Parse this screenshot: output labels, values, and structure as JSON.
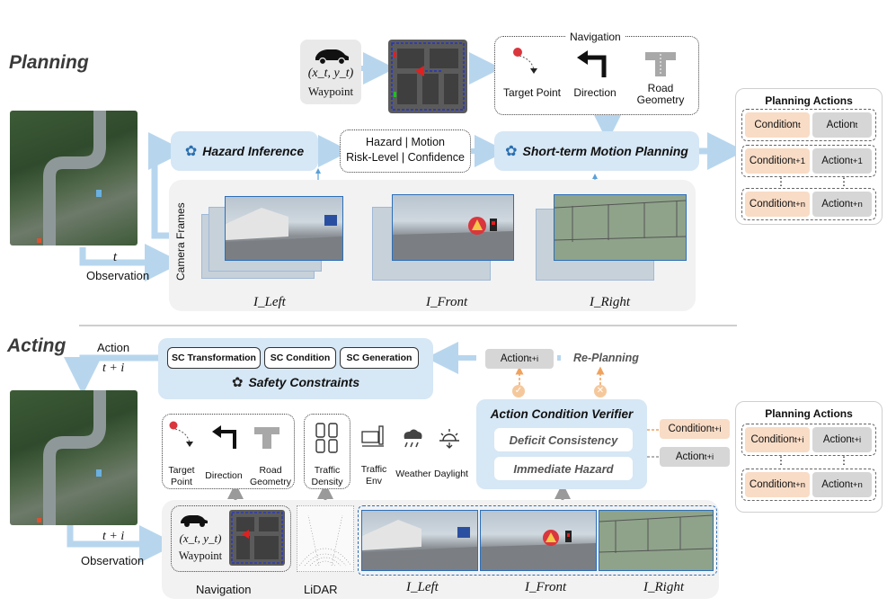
{
  "planning": {
    "title": "Planning",
    "waypoint_coord": "(x_t, y_t)",
    "waypoint_label": "Waypoint",
    "navigation_title": "Navigation",
    "nav_items": [
      "Target Point",
      "Direction",
      "Road Geometry"
    ],
    "hazard_inference": "Hazard Inference",
    "hazard_info_line1": "Hazard | Motion",
    "hazard_info_line2": "Risk-Level | Confidence",
    "motion_planning": "Short-term Motion Planning",
    "time_label": "t",
    "observation": "Observation",
    "camera_frames": "Camera Frames",
    "cam_labels": [
      "I_Left",
      "I_Front",
      "I_Right"
    ]
  },
  "planning_actions_top": {
    "title": "Planning Actions",
    "rows": [
      {
        "cond": "Condition",
        "cond_sub": "t",
        "act": "Action",
        "act_sub": "t"
      },
      {
        "cond": "Condition",
        "cond_sub": "t+1",
        "act": "Action",
        "act_sub": "t+1"
      },
      {
        "cond": "Condition",
        "cond_sub": "t+n",
        "act": "Action",
        "act_sub": "t+n"
      }
    ],
    "ellipsis": "⋮"
  },
  "acting": {
    "title": "Acting",
    "action": "Action",
    "time_action": "t + i",
    "time_obs": "t + i",
    "observation": "Observation",
    "sc_items": [
      "SC Transformation",
      "SC Condition",
      "SC Generation"
    ],
    "safety_constraints": "Safety Constraints",
    "action_ti": "Action",
    "action_ti_sub": "t+i",
    "replanning": "Re-Planning",
    "verifier_title": "Action Condition Verifier",
    "verifier_items": [
      "Deficit Consistency",
      "Immediate Hazard"
    ],
    "nav_items": [
      "Target Point",
      "Direction",
      "Road Geometry"
    ],
    "traffic_density": "Traffic Density",
    "env_items": [
      "Traffic Env",
      "Weather",
      "Daylight"
    ],
    "waypoint_coord": "(x_t, y_t)",
    "waypoint_label": "Waypoint",
    "bottom_labels": [
      "Navigation",
      "LiDAR"
    ],
    "cam_labels": [
      "I_Left",
      "I_Front",
      "I_Right"
    ],
    "cond_input": "Condition",
    "cond_input_sub": "t+i",
    "act_input": "Action",
    "act_input_sub": "t+i"
  },
  "planning_actions_bottom": {
    "title": "Planning Actions",
    "rows": [
      {
        "cond": "Condition",
        "cond_sub": "t+i",
        "act": "Action",
        "act_sub": "t+i"
      },
      {
        "cond": "Condition",
        "cond_sub": "t+n",
        "act": "Action",
        "act_sub": "t+n"
      }
    ],
    "ellipsis": "⋮"
  },
  "colors": {
    "arrow": "#b7d6ee",
    "panel": "#f2f2f2",
    "blue_box": "#d6e7f5",
    "condition": "#f8dcc6",
    "action": "#d6d6d6",
    "orange": "#f0a15c",
    "cam_border": "#2c6fb8"
  }
}
